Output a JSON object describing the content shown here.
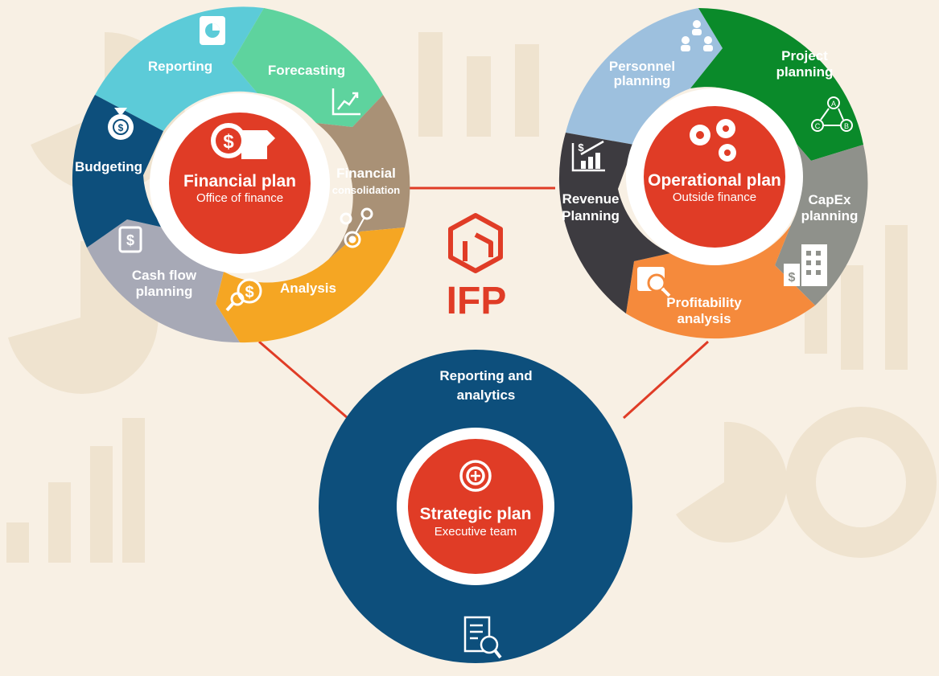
{
  "colors": {
    "background": "#f8f0e4",
    "accent_red": "#e03c26",
    "navy": "#0d4f7c",
    "watermark": "#efe3cf"
  },
  "logo": {
    "text": "IFP"
  },
  "financial_plan": {
    "title": "Financial plan",
    "subtitle": "Office of finance",
    "segments": {
      "reporting": "Reporting",
      "forecasting": "Forecasting",
      "financial_consolidation_1": "Financial",
      "financial_consolidation_2": "consolidation",
      "analysis": "Analysis",
      "cash_flow_1": "Cash flow",
      "cash_flow_2": "planning",
      "budgeting": "Budgeting"
    }
  },
  "operational_plan": {
    "title": "Operational plan",
    "subtitle": "Outside finance",
    "segments": {
      "personnel_1": "Personnel",
      "personnel_2": "planning",
      "project_1": "Project",
      "project_2": "planning",
      "capex_1": "CapEx",
      "capex_2": "planning",
      "profitability_1": "Profitability",
      "profitability_2": "analysis",
      "revenue_1": "Revenue",
      "revenue_2": "Planning"
    }
  },
  "strategic_plan": {
    "title": "Strategic plan",
    "subtitle": "Executive team",
    "ring_label_1": "Reporting and",
    "ring_label_2": "analytics"
  },
  "icons": {
    "reporting": "pie-document-icon",
    "forecasting": "growth-chart-icon",
    "consolidation": "gears-icon",
    "analysis": "dollar-magnifier-icon",
    "cash_flow": "dollar-document-icon",
    "budgeting": "money-bag-icon",
    "financial_plan": "dollar-coin-icon",
    "personnel": "people-network-icon",
    "project": "abc-cycle-icon",
    "capex": "building-dollar-icon",
    "profitability": "chart-magnifier-icon",
    "revenue": "revenue-chart-icon",
    "operational_plan": "people-gears-icon",
    "strategic_plan": "target-plus-icon",
    "reporting_analytics": "report-magnifier-icon",
    "logo": "ifp-cube-icon"
  }
}
